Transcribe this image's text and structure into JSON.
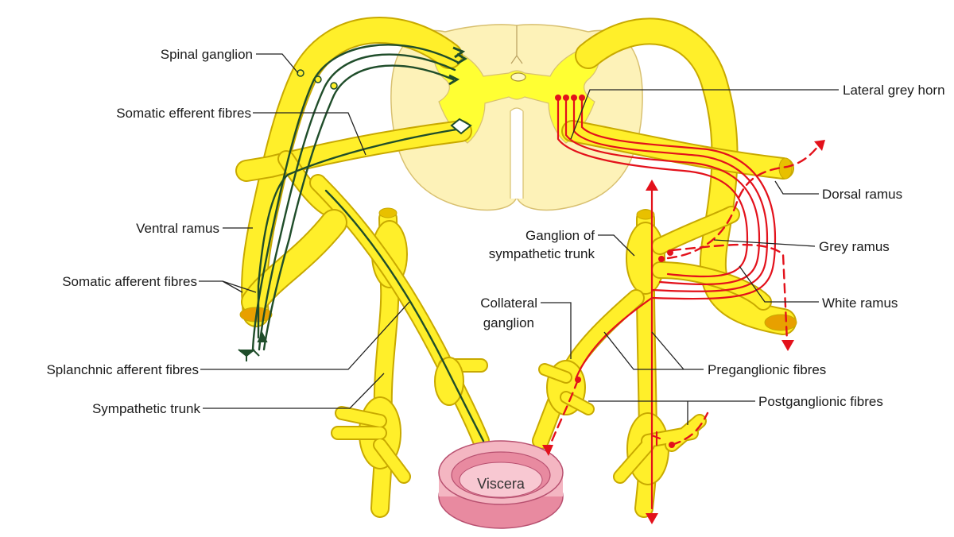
{
  "labels": {
    "spinal_ganglion": "Spinal ganglion",
    "somatic_efferent": "Somatic efferent fibres",
    "ventral_ramus": "Ventral ramus",
    "somatic_afferent": "Somatic afferent fibres",
    "splanchnic_afferent": "Splanchnic afferent fibres",
    "sympathetic_trunk": "Sympathetic trunk",
    "lateral_grey_horn": "Lateral grey horn",
    "dorsal_ramus": "Dorsal ramus",
    "ganglion_symp_1": "Ganglion of",
    "ganglion_symp_2": "sympathetic trunk",
    "grey_ramus": "Grey ramus",
    "white_ramus": "White ramus",
    "collateral_1": "Collateral",
    "collateral_2": "ganglion",
    "preganglionic": "Preganglionic fibres",
    "postganglionic": "Postganglionic fibres",
    "viscera": "Viscera"
  },
  "colors": {
    "nerve_yellow": "#ffef2a",
    "nerve_outline": "#c8a900",
    "cord_cream": "#fdf2b8",
    "grey_matter": "#ffff33",
    "somatic_fibre": "#1f4d2a",
    "autonomic_fibre": "#e3111b",
    "viscera_pink": "#f4b6c2"
  }
}
